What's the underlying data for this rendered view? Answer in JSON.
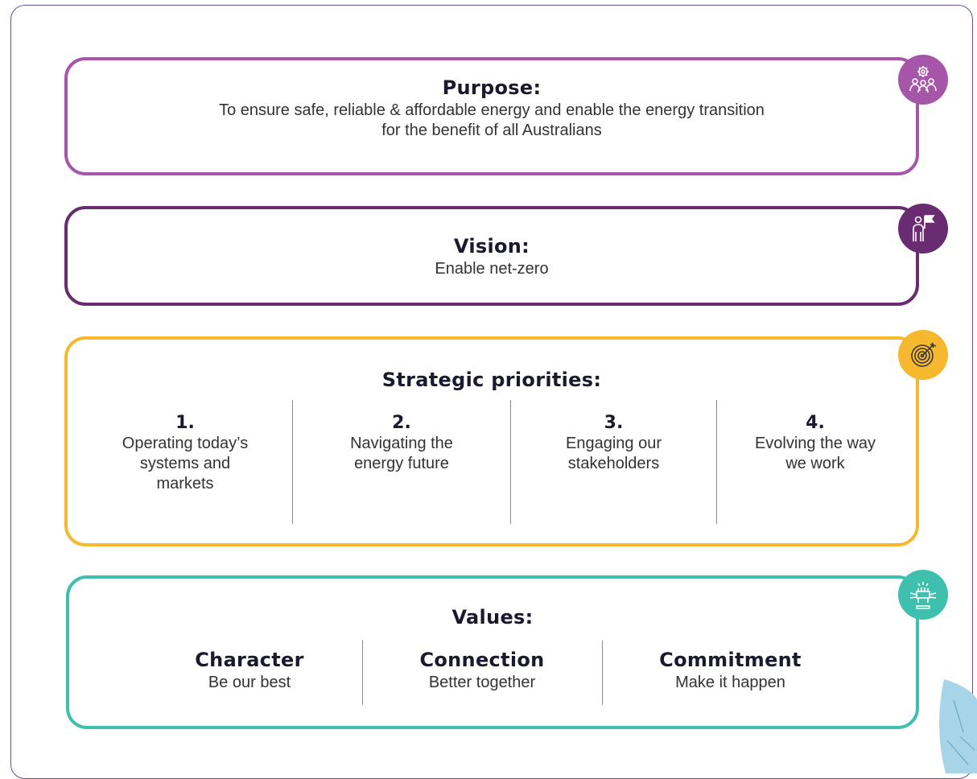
{
  "purpose": {
    "title": "Purpose:",
    "line1": "To ensure safe, reliable & affordable energy and enable the energy transition",
    "line2": "for the benefit of all Australians",
    "icon": "people-gear-icon"
  },
  "vision": {
    "title": "Vision:",
    "text": "Enable net-zero",
    "icon": "person-flag-icon"
  },
  "priorities": {
    "title": "Strategic priorities:",
    "icon": "target-icon",
    "items": [
      {
        "num": "1.",
        "lines": [
          "Operating today’s",
          "systems and",
          "markets"
        ]
      },
      {
        "num": "2.",
        "lines": [
          "Navigating the",
          "energy future"
        ]
      },
      {
        "num": "3.",
        "lines": [
          "Engaging our",
          "stakeholders"
        ]
      },
      {
        "num": "4.",
        "lines": [
          "Evolving the way",
          "we work"
        ]
      }
    ]
  },
  "values": {
    "title": "Values:",
    "icon": "hands-together-icon",
    "items": [
      {
        "name": "Character",
        "desc": "Be our best"
      },
      {
        "name": "Connection",
        "desc": "Better together"
      },
      {
        "name": "Commitment",
        "desc": "Make it happen"
      }
    ]
  },
  "colors": {
    "purpose": "#a656a8",
    "vision": "#6a2c70",
    "priorities": "#f5b82e",
    "values": "#3fbfae",
    "frame": "#6b4f8a",
    "leaf": "#a7d4e6"
  }
}
